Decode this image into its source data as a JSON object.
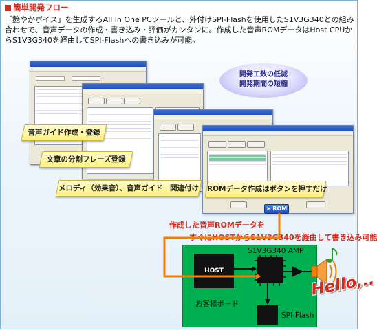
{
  "section_title": "簡単開発フロー",
  "intro_text": "「艶やかボイス」を生成するAll in One PCツールと、外付けSPI-Flashを使用したS1V3G340との組み合わせで、音声データの作成・書き込み・評価がカンタンに。作成した音声ROMデータはHost CPUからS1V3G340を経由してSPI-Flashへの書き込みが可能。",
  "ellipse": {
    "line1": "開発工数の低減",
    "line2": "開発期間の短縮"
  },
  "callouts": {
    "guide": "音声ガイド作成・登録",
    "phrase": "文章の分割フレーズ登録",
    "melody": "メロディ（効果音）、音声ガイド　関連付け",
    "rom": "ROMデータ作成はボタンを押すだけ"
  },
  "rom_button_label": "ROM",
  "red_text": {
    "line1": "作成した音声ROMデータを",
    "line2": "すぐにHOSTからS1V3G340を経由して書き込み可能"
  },
  "board": {
    "host_label": "HOST",
    "amp_label": "S1V3G340 AMP",
    "spi_label": "SPI-Flash",
    "board_label": "お客様ボード"
  },
  "hello_text": "Hello,..",
  "colors": {
    "accent_red": "#d8281c",
    "board_green": "#00b050",
    "callout_yellow": "#fff180",
    "arrow_orange": "#f07f0a"
  }
}
